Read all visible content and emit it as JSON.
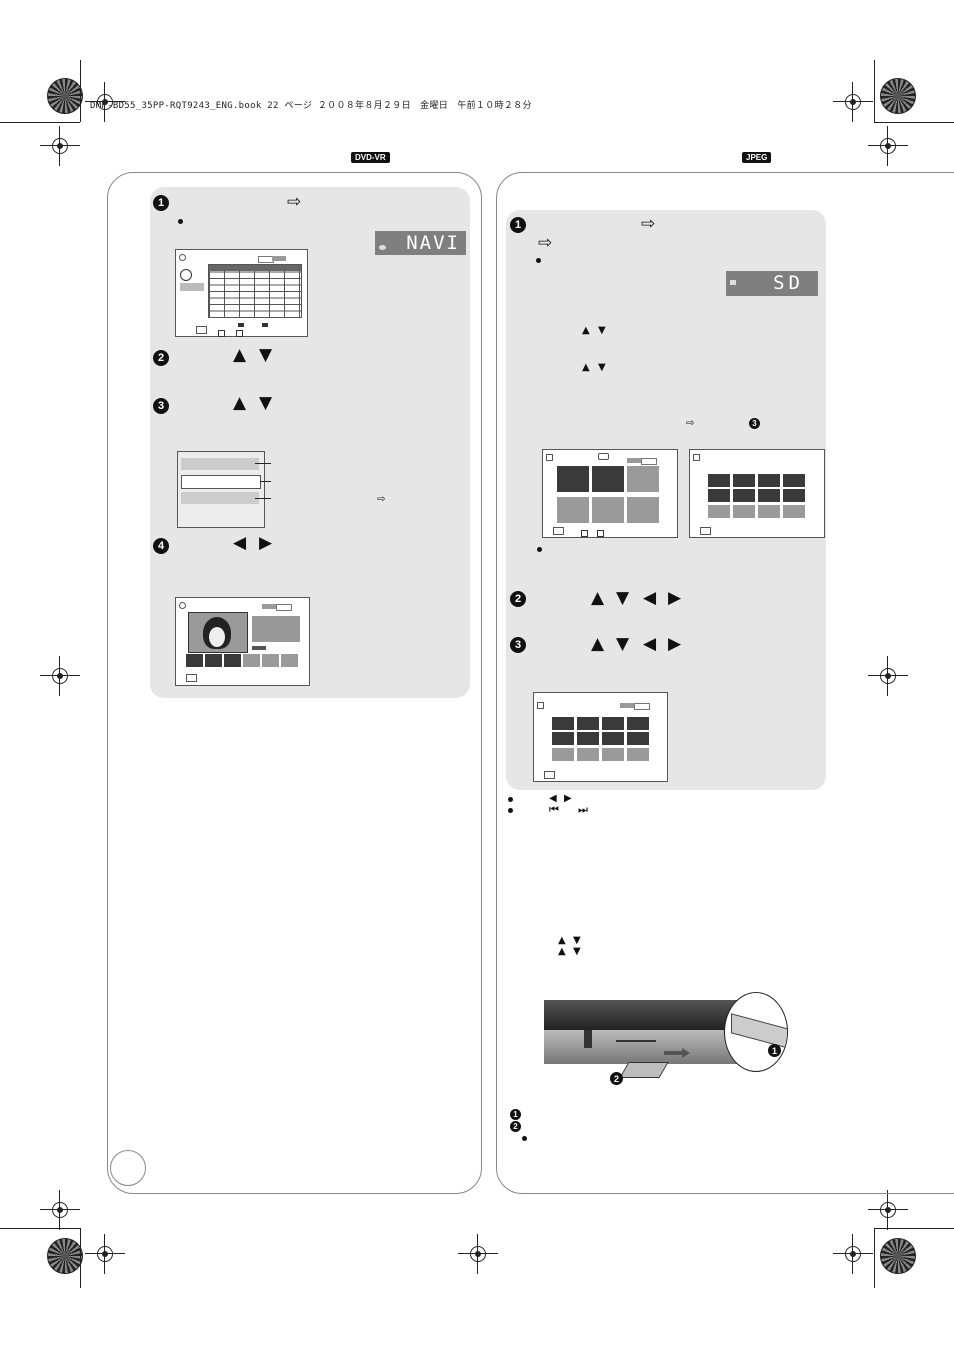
{
  "header": {
    "file_line": "DMP-BD55_35PP-RQT9243_ENG.book  22 ページ  ２００８年８月２９日　金曜日　午前１０時２８分"
  },
  "tags": {
    "left": "DVD-VR",
    "right": "JPEG"
  },
  "icons": {
    "arrow_right": "⇨",
    "up": "▲",
    "down": "▼",
    "left": "◀",
    "right": "▶",
    "skip_back": "⏮",
    "skip_fwd": "⏭"
  },
  "left_panel": {
    "steps": [
      "1",
      "2",
      "3",
      "4"
    ],
    "lcd_text": "NAVI"
  },
  "right_panel": {
    "steps": [
      "1",
      "2",
      "3"
    ],
    "lcd_text": "SD",
    "inline_step_ref": "3",
    "footnote_steps": [
      "1",
      "2"
    ]
  },
  "colors": {
    "panel_grey": "#e6e6e6",
    "lcd_grey": "#7f7f7f"
  }
}
